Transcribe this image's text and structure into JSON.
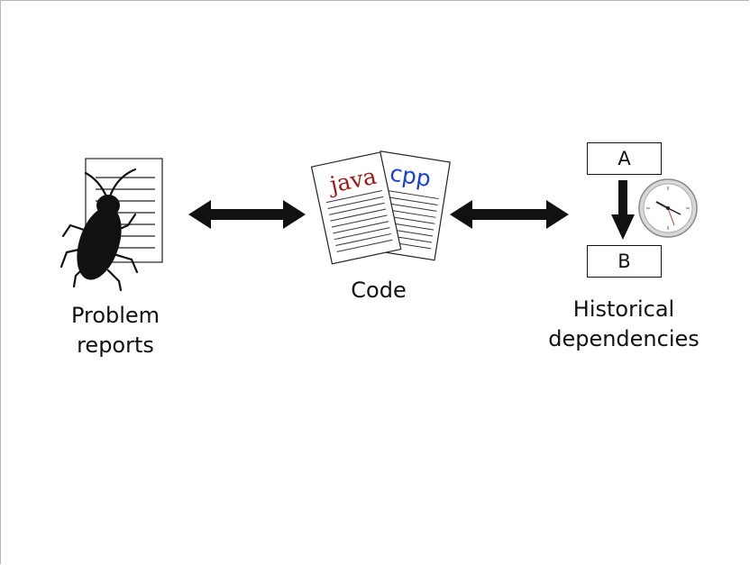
{
  "nodes": {
    "problem": {
      "label_line1": "Problem",
      "label_line2": "reports"
    },
    "code": {
      "label": "Code",
      "file_java": "java",
      "file_cpp": "cpp"
    },
    "history": {
      "label_line1": "Historical",
      "label_line2": "dependencies",
      "box_a": "A",
      "box_b": "B"
    }
  },
  "colors": {
    "java": "#a31515",
    "cpp": "#1a3fd6",
    "ink": "#111111"
  },
  "icons": [
    "document-icon",
    "cockroach-icon",
    "code-files-icon",
    "clock-icon",
    "double-arrow-icon",
    "down-arrow-icon"
  ]
}
